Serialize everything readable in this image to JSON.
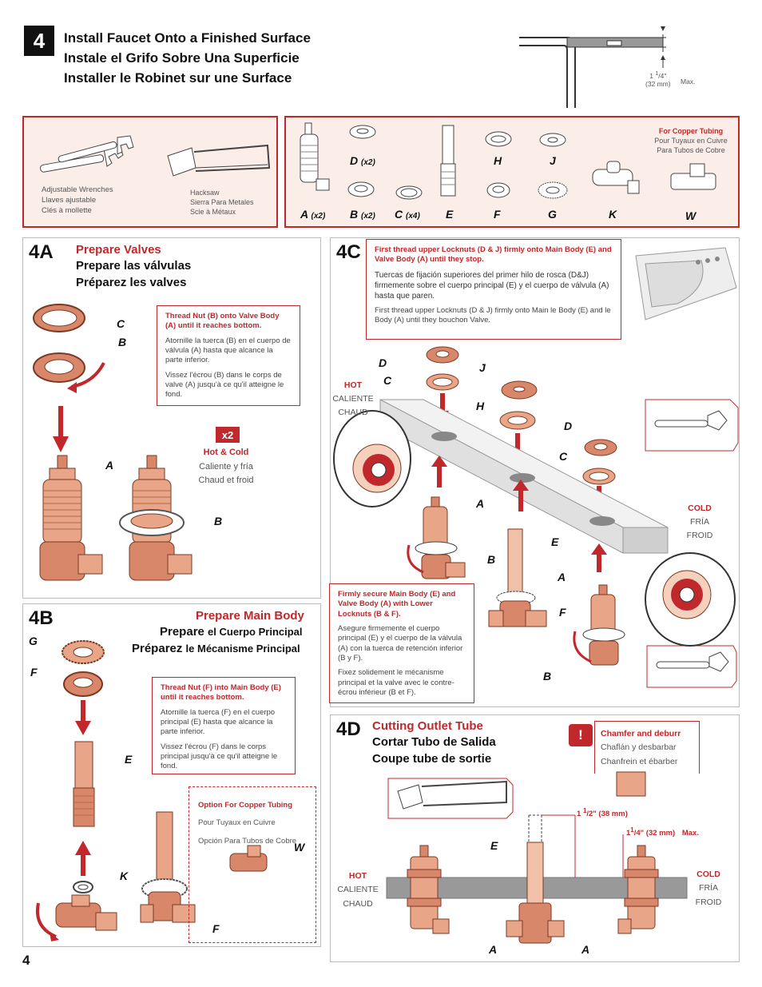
{
  "step": "4",
  "titles": [
    "Install Faucet Onto a Finished Surface",
    "Instale el Grifo Sobre Una Superficie",
    "Installer le Robinet sur une Surface"
  ],
  "thickness": {
    "frac_whole": "1",
    "frac_top": "1",
    "frac_bot": "4",
    "mm": "(32 mm)",
    "max": "Max."
  },
  "tools": {
    "wrench": [
      "Adjustable Wrenches",
      "Llaves ajustable",
      "Clés à mollette"
    ],
    "hacksaw": [
      "Hacksaw",
      "Sierra Para Metales",
      "Scie à Métaux"
    ]
  },
  "parts": {
    "d": "D",
    "d_qty": "(x2)",
    "h": "H",
    "j": "J",
    "a": "A",
    "a_qty": "(x2)",
    "b": "B",
    "b_qty": "(x2)",
    "c": "C",
    "c_qty": "(x4)",
    "e": "E",
    "f": "F",
    "g": "G",
    "k": "K",
    "w": "W",
    "copper_head": "For Copper Tubing",
    "copper_fr": "Pour Tuyaux en Cuivre",
    "copper_es": "Para Tubos de Cobre"
  },
  "s4a": {
    "label": "4A",
    "head": "Prepare Valves",
    "es": "Prepare las válvulas",
    "fr": "Préparez les valves",
    "note_head": "Thread Nut (B) onto Valve Body (A) until it reaches bottom.",
    "note_es": "Atornille la tuerca (B) en el cuerpo de válvula (A) hasta que alcance la parte inferior.",
    "note_fr": "Vissez l'écrou (B) dans le corps de valve (A) jusqu'à ce qu'il atteigne le fond.",
    "x2": "x2",
    "hc": "Hot & Cold",
    "hc_es": "Caliente y fría",
    "hc_fr": "Chaud et froid",
    "lbl_c": "C",
    "lbl_b": "B",
    "lbl_a": "A",
    "lbl_b2": "B"
  },
  "s4b": {
    "label": "4B",
    "head": "Prepare Main Body",
    "es_big": "Prepare",
    "es_small": "el Cuerpo Principal",
    "fr_big": "Préparez",
    "fr_small": "le Mécanisme Principal",
    "note_head": "Thread Nut (F) into Main Body (E) until it reaches bottom.",
    "note_es": "Atornille la tuerca (F) en el cuerpo principal (E) hasta que alcance la parte inferior.",
    "note_fr": "Vissez l'écrou (F) dans le corps principal jusqu'à ce qu'il atteigne le fond.",
    "opt_head": "Option For Copper Tubing",
    "opt_fr": "Pour Tuyaux en Cuivre",
    "opt_es": "Opción Para Tubos de Cobre",
    "lbl_g": "G",
    "lbl_f": "F",
    "lbl_e": "E",
    "lbl_k": "K",
    "lbl_w": "W",
    "lbl_f2": "F"
  },
  "s4c": {
    "label": "4C",
    "note_head": "First thread upper Locknuts (D & J) firmly onto Main Body (E) and Valve Body (A) until they stop.",
    "note_es": "Tuercas de fijación superiores del primer hilo de rosca (D&J) firmemente sobre el cuerpo principal (E) y el cuerpo de válvula (A) hasta que paren.",
    "note_fr": "First thread upper Locknuts (D & J) firmly onto Main le Body (E) and le Body (A) until they bouchon Valve.",
    "hot": "HOT",
    "hot_es": "CALIENTE",
    "hot_fr": "CHAUD",
    "cold": "COLD",
    "cold_es": "FRÍA",
    "cold_fr": "FROID",
    "lower_head": "Firmly secure Main Body (E) and Valve Body (A) with Lower Locknuts (B & F).",
    "lower_es": "Asegure firmemente el cuerpo principal (E) y el cuerpo de la válvula (A) con la tuerca de retención inferior (B y F).",
    "lower_fr": "Fixez solidement le mécanisme principal et la valve avec le contre-écrou inférieur (B et F).",
    "lbl_d": "D",
    "lbl_c": "C",
    "lbl_j": "J",
    "lbl_h": "H",
    "lbl_d2": "D",
    "lbl_c2": "C",
    "lbl_a": "A",
    "lbl_e": "E",
    "lbl_b": "B",
    "lbl_a2": "A",
    "lbl_f": "F",
    "lbl_b2": "B"
  },
  "s4d": {
    "label": "4D",
    "head": "Cutting Outlet Tube",
    "es": "Cortar Tubo de Salida",
    "fr": "Coupe tube de sortie",
    "warn": "!",
    "chamfer": "Chamfer and deburr",
    "chamfer_es": "Chaflán y desbarbar",
    "chamfer_fr": "Chanfrein et ébarber",
    "len_a": "1",
    "len_a_t": "1",
    "len_a_b": "2",
    "len_a_rest": "\" (38 mm)",
    "len_b": "1",
    "len_b_t": "1",
    "len_b_b": "4",
    "len_b_rest": "\" (32 mm)",
    "len_b_max": "Max.",
    "hot": "HOT",
    "hot_es": "CALIENTE",
    "hot_fr": "CHAUD",
    "cold": "COLD",
    "cold_es": "FRÍA",
    "cold_fr": "FROID",
    "lbl_e": "E",
    "lbl_a": "A",
    "lbl_a2": "A"
  },
  "page_number": "4",
  "colors": {
    "accent": "#c0282b",
    "panel_bg": "#fbeee9",
    "copper": "#d9876a",
    "copper_light": "#f0c0a8"
  }
}
